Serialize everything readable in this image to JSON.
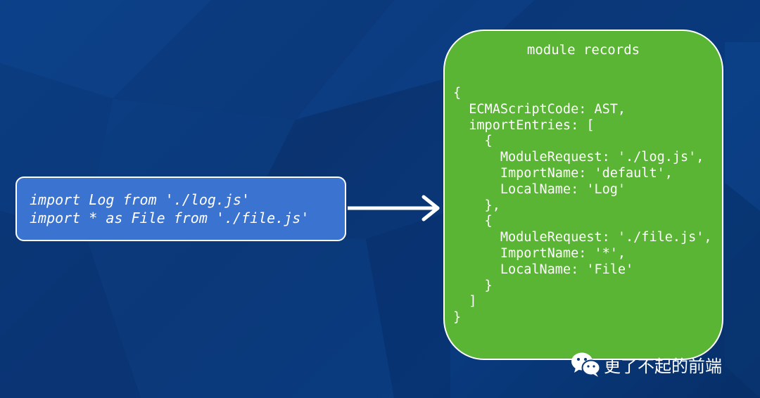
{
  "import_box": {
    "lines": [
      "import Log from './log.js'",
      "import * as File from './file.js'"
    ]
  },
  "module_records": {
    "title": "module records",
    "lines": [
      "{",
      "  ECMAScriptCode: AST,",
      "  importEntries: [",
      "    {",
      "      ModuleRequest: './log.js',",
      "      ImportName: 'default',",
      "      LocalName: 'Log'",
      "    },",
      "    {",
      "      ModuleRequest: './file.js',",
      "      ImportName: '*',",
      "      LocalName: 'File'",
      "    }",
      "  ]",
      "}"
    ]
  },
  "watermark": {
    "text": "更了不起的前端",
    "icon": "wechat-icon"
  },
  "colors": {
    "background": "#0a3878",
    "import_box": "#3b73d1",
    "records_box": "#5ab534",
    "text": "#ffffff"
  }
}
